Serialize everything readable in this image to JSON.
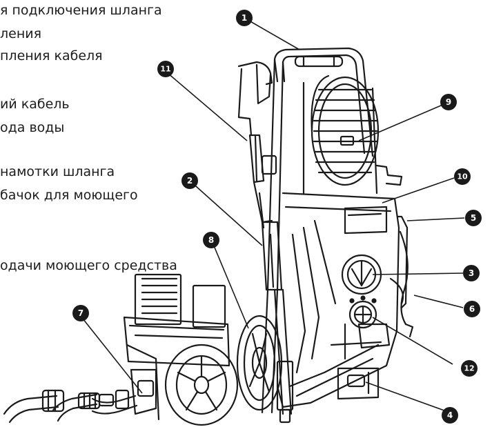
{
  "captions": [
    "я подключения шланга",
    "ления",
    "пления кабеля",
    "ий кабель",
    "ода воды",
    "намотки шланга",
    "бачок для моющего",
    "одачи моющего средства"
  ],
  "callouts": [
    "1",
    "2",
    "3",
    "4",
    "5",
    "6",
    "7",
    "8",
    "9",
    "10",
    "11",
    "12"
  ],
  "colors": {
    "ink": "#1c1c1c",
    "marker": "#1a1a1a",
    "marker_text": "#ffffff",
    "paper": "#ffffff"
  }
}
